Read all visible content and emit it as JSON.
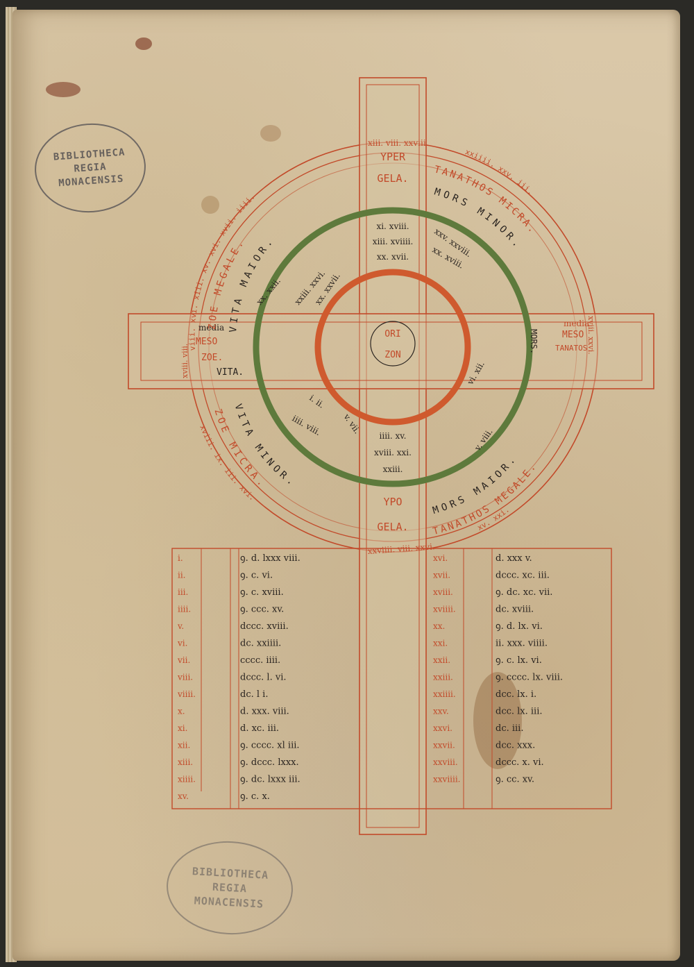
{
  "stamps": {
    "top": [
      "BIBLIOTHECA",
      "REGIA",
      "MONACENSIS"
    ],
    "bottom": [
      "BIBLIOTHECA",
      "REGIA",
      "MONACENSIS"
    ]
  },
  "diagram": {
    "center": "ORIZON",
    "center_lines": [
      "ORI",
      "ZON"
    ],
    "cross_top_cells": [
      "xi. xviii.",
      "xiii. xviiii.",
      "xx. xvii."
    ],
    "cross_bottom_cells": [
      "iiii. xv.",
      "xviii. xxi.",
      "xxiii."
    ],
    "top_words": [
      "YPER",
      "GELA."
    ],
    "bottom_words": [
      "YPO",
      "GELA."
    ],
    "left_words": [
      "media",
      "MESO",
      "ZOE.",
      "VITA."
    ],
    "right_words": [
      "media",
      "MESO",
      "TANATOS",
      "MORS."
    ],
    "quadrants": {
      "upper_left_outer_numbers": "viii. xvi. xiii. xv. xvi. xvii. iiii.",
      "upper_left_red": "ZOE MEGALE.",
      "upper_left_black": "VITA MAIOR.",
      "upper_left_inner": [
        "xx. xxii.",
        "xxiii. xxvi.",
        "xx. xxvii."
      ],
      "upper_right_outer_numbers": "xxiiii. xxv. iii.",
      "upper_right_red": "TANATHOS MICRA.",
      "upper_right_black": "MORS MINOR.",
      "upper_right_inner": [
        "xxv. xxviii.",
        "xx. xviii."
      ],
      "lower_left_outer_numbers": "xviii. ix. iii. xvi.",
      "lower_left_red": "ZOE MICRA.",
      "lower_left_black": "VITA MINOR.",
      "lower_left_inner": [
        "i. ii.",
        "iiii. viii.",
        "v. vii."
      ],
      "lower_right_outer_numbers": "xv. xxi.",
      "lower_right_red": "TANATHOS MEGALE.",
      "lower_right_black": "MORS MAIOR.",
      "lower_right_inner": [
        "vi. xii.",
        "v. viii."
      ]
    },
    "top_ring_numbers": "xiii. viii. xxviii.",
    "bottom_ring_numbers": "xxviiii. viii. xxvi.",
    "left_ring_numbers": "xviii. viii.",
    "right_ring_numbers": "xviii. xxvi."
  },
  "table": {
    "left": [
      {
        "n": "i.",
        "v": "ꝯ. d. lxxx viii."
      },
      {
        "n": "ii.",
        "v": "ꝯ. c. vi."
      },
      {
        "n": "iii.",
        "v": "ꝯ. c. xviii."
      },
      {
        "n": "iiii.",
        "v": "ꝯ. ccc. xv."
      },
      {
        "n": "v.",
        "v": "dccc. xviii."
      },
      {
        "n": "vi.",
        "v": "dc. xxiiii."
      },
      {
        "n": "vii.",
        "v": "cccc. iiii."
      },
      {
        "n": "viii.",
        "v": "dccc. l. vi."
      },
      {
        "n": "viiii.",
        "v": "dc. l i."
      },
      {
        "n": "x.",
        "v": "d. xxx. viii."
      },
      {
        "n": "xi.",
        "v": "d. xc. iii."
      },
      {
        "n": "xii.",
        "v": "ꝯ. cccc. xl iii."
      },
      {
        "n": "xiii.",
        "v": "ꝯ. dccc. lxxx."
      },
      {
        "n": "xiiii.",
        "v": "ꝯ. dc. lxxx iii."
      },
      {
        "n": "xv.",
        "v": "ꝯ. c. x."
      }
    ],
    "right": [
      {
        "n": "xvi.",
        "v": "d. xxx v."
      },
      {
        "n": "xvii.",
        "v": "dccc. xc. iii."
      },
      {
        "n": "xviii.",
        "v": "ꝯ. dc. xc. vii."
      },
      {
        "n": "xviiii.",
        "v": "dc. xviii."
      },
      {
        "n": "xx.",
        "v": "ꝯ. d. lx. vi."
      },
      {
        "n": "xxi.",
        "v": "ii. xxx. viiii."
      },
      {
        "n": "xxii.",
        "v": "ꝯ. c. lx. vi."
      },
      {
        "n": "xxiii.",
        "v": "ꝯ. cccc. lx. viii."
      },
      {
        "n": "xxiiii.",
        "v": "dcc. lx. i."
      },
      {
        "n": "xxv.",
        "v": "dcc. lx. iii."
      },
      {
        "n": "xxvi.",
        "v": "dc. iii."
      },
      {
        "n": "xxvii.",
        "v": "dcc. xxx."
      },
      {
        "n": "xxviii.",
        "v": "dccc. x. vi."
      },
      {
        "n": "xxviiii.",
        "v": "ꝯ. cc. xv."
      }
    ]
  },
  "colors": {
    "red_ink": "#c24a2a",
    "black_ink": "#2a2420",
    "green_ring": "#5e7a3c",
    "orange_ring": "#cf5a2e",
    "parchment": "#d8c6a4"
  }
}
